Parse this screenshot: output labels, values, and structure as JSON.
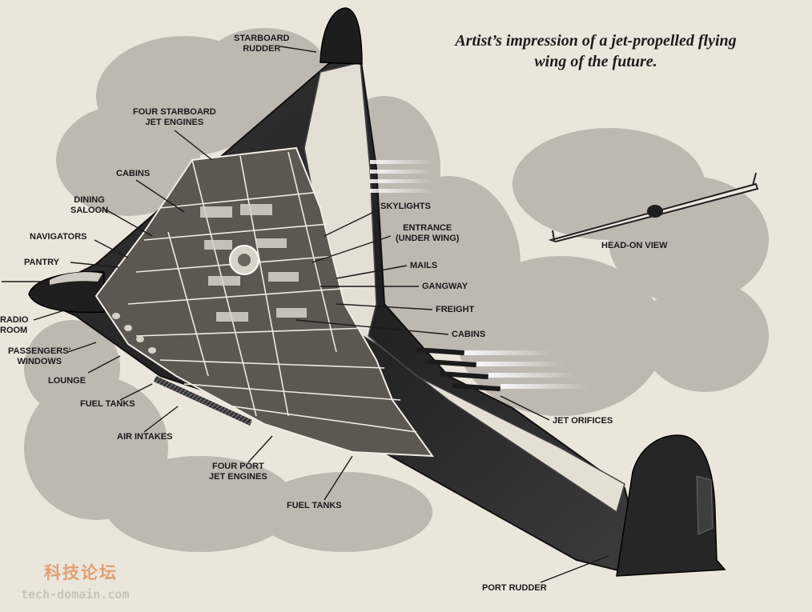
{
  "title": {
    "line1": "Artist’s impression of a jet-propelled flying",
    "line2": "wing of the future."
  },
  "labels": {
    "starboard_rudder": [
      "STARBOARD",
      "RUDDER"
    ],
    "starboard_engines": [
      "FOUR STARBOARD",
      "JET ENGINES"
    ],
    "cabins_top": "CABINS",
    "dining_saloon": [
      "DINING",
      "SALOON"
    ],
    "navigators": "NAVIGATORS",
    "pantry": "PANTRY",
    "radio_room": [
      "RADIO",
      "ROOM"
    ],
    "passengers_windows": [
      "PASSENGERS’",
      "WINDOWS"
    ],
    "lounge": "LOUNGE",
    "fuel_tanks_left": "FUEL TANKS",
    "air_intakes": "AIR INTAKES",
    "port_engines": [
      "FOUR PORT",
      "JET ENGINES"
    ],
    "fuel_tanks_bottom": "FUEL TANKS",
    "skylights": "SKYLIGHTS",
    "entrance": [
      "ENTRANCE",
      "(UNDER WING)"
    ],
    "mails": "MAILS",
    "gangway": "GANGWAY",
    "freight": "FREIGHT",
    "cabins_right": "CABINS",
    "jet_orifices": "JET ORIFICES",
    "head_on_view": "HEAD-ON VIEW",
    "port_rudder": "PORT RUDDER"
  },
  "watermark": {
    "cn": "科技论坛",
    "en": "tech-domain.com"
  },
  "colors": {
    "paper": "#ebe6dc",
    "cloud": "#b9b5ad",
    "wing_dark": "#2c2c2c",
    "wing_light": "#e6e1d8",
    "cutaway": "#5b5751"
  }
}
